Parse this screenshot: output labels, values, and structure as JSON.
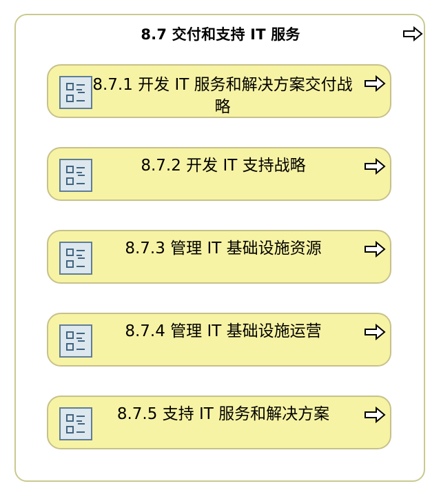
{
  "group": {
    "title": "8.7 交付和支持 IT 服务"
  },
  "processes": [
    {
      "label": "8.7.1 开发 IT 服务和解决方案交付战略"
    },
    {
      "label": "8.7.2 开发 IT 支持战略"
    },
    {
      "label": "8.7.3 管理 IT 基础设施资源"
    },
    {
      "label": "8.7.4 管理 IT 基础设施运营"
    },
    {
      "label": "8.7.5 支持 IT 服务和解决方案"
    }
  ],
  "colors": {
    "card_fill": "#f7f3a4",
    "card_border": "#c6c18a",
    "frame_border": "#c9c98f",
    "icon_fill": "#dde7ee",
    "icon_border": "#5f7d96"
  },
  "icons": {
    "card_icon": "process-list-icon",
    "arrow_icon": "outline-right-arrow-icon"
  }
}
